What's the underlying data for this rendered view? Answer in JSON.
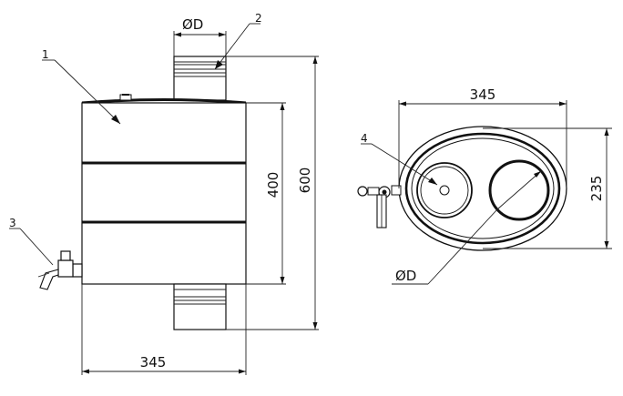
{
  "dimensions": {
    "width_front": "345",
    "height_body": "400",
    "height_total": "600",
    "width_top": "345",
    "depth_top": "235",
    "diameter_pipe": "ØD",
    "diameter_hole": "ØD"
  },
  "callouts": {
    "c1": "1",
    "c2": "2",
    "c3": "3",
    "c4": "4"
  }
}
